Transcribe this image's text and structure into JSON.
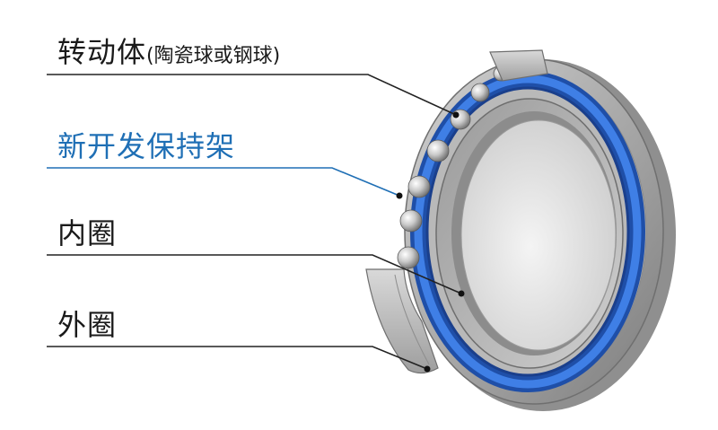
{
  "labels": {
    "rolling_elements": {
      "main": "转动体",
      "sub": "(陶瓷球或钢球)"
    },
    "cage": "新开发保持架",
    "inner_ring": "内圈",
    "outer_ring": "外圈"
  },
  "colors": {
    "text": "#1a1a1a",
    "accent": "#1f6fb5",
    "cage_blue": "#2f6bd6",
    "metal": "#a6a6a6"
  }
}
